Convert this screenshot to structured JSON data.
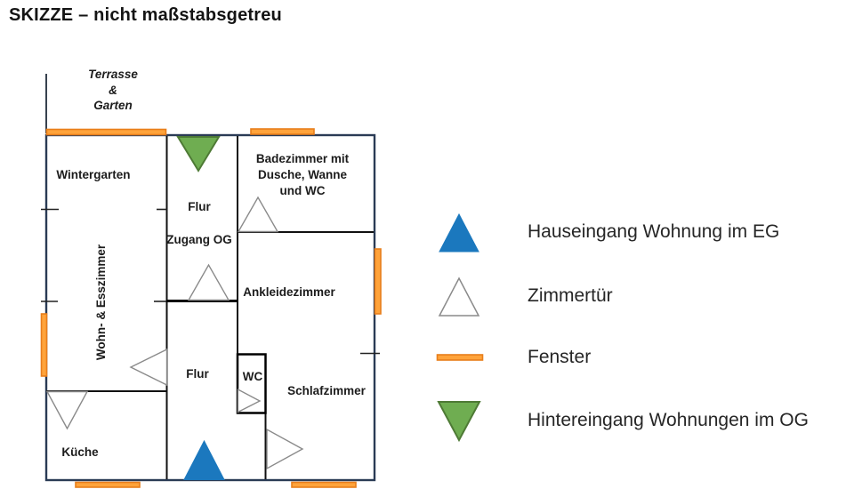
{
  "title": "SKIZZE – nicht maßstabsgetreu",
  "plan": {
    "terrasse": {
      "line1": "Terrasse",
      "line2": "&",
      "line3": "Garten"
    },
    "rooms": {
      "wintergarten": "Wintergarten",
      "flur_upper": "Flur",
      "zugang_og": "Zugang OG",
      "badezimmer_line1": "Badezimmer mit",
      "badezimmer_line2": "Dusche, Wanne",
      "badezimmer_line3": "und WC",
      "wohn_esszimmer": "Wohn- & Esszimmer",
      "ankleidezimmer": "Ankleidezimmer",
      "flur_lower": "Flur",
      "wc": "WC",
      "schlafzimmer": "Schlafzimmer",
      "kueche": "Küche"
    }
  },
  "legend": {
    "items": [
      {
        "icon": "house-entrance-eg-triangle",
        "label": "Hauseingang Wohnung im EG"
      },
      {
        "icon": "room-door-triangle",
        "label": "Zimmertür"
      },
      {
        "icon": "window-bar",
        "label": "Fenster"
      },
      {
        "icon": "rear-entrance-og-triangle",
        "label": "Hintereingang Wohnungen im OG"
      }
    ]
  },
  "colors": {
    "entrance_blue": "#1B78BE",
    "entrance_blue_border": "#1B78BE",
    "door_outline": "#8a8a8a",
    "window_orange": "#FFA33A",
    "window_orange_border": "#E87E1B",
    "rear_green": "#6FAD51",
    "rear_green_border": "#4E7A35",
    "outer_wall": "#2A3B55",
    "inner_wall": "#111111",
    "text": "#1c1c1c"
  }
}
